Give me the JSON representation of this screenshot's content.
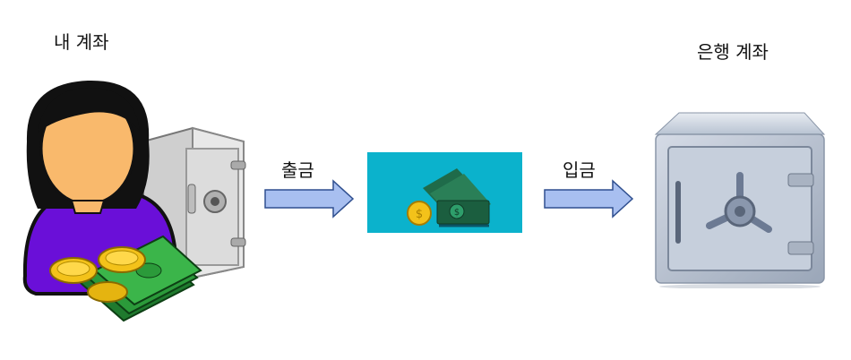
{
  "labels": {
    "my_account": "내 계좌",
    "bank_account": "은행 계좌",
    "withdraw": "출금",
    "deposit": "입금"
  },
  "icons": {
    "person": "person-with-cash-icon",
    "my_safe": "safe-icon",
    "money": "cash-bundle-icon",
    "bank_vault": "bank-vault-icon",
    "arrow": "right-arrow-icon"
  },
  "colors": {
    "arrow_fill": "#a8bff0",
    "arrow_stroke": "#2f4f8f",
    "money_bg": "#0bb2cc",
    "shirt": "#6a0fd8",
    "hair": "#111111",
    "skin": "#f9b96c",
    "coin": "#f3c21a",
    "bill": "#2b9a3a",
    "vault": "#b8c3d2"
  }
}
